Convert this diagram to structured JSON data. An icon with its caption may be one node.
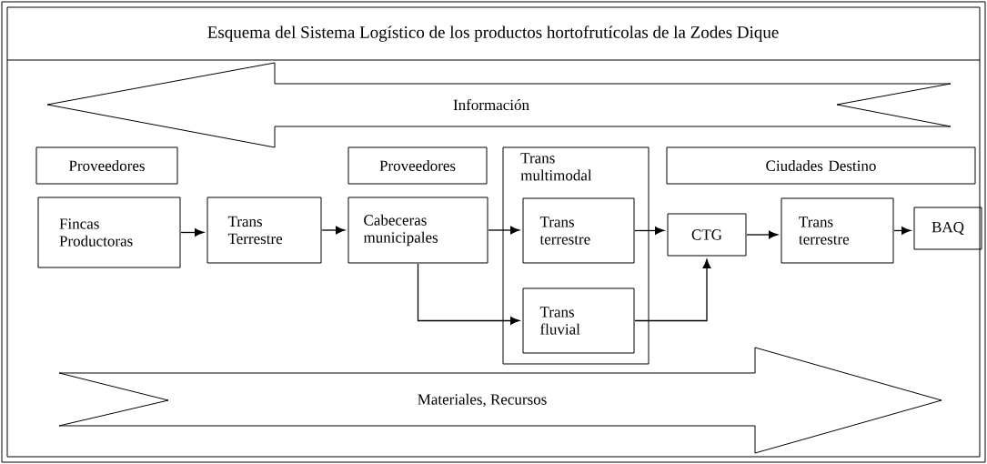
{
  "diagram": {
    "title": "Esquema del Sistema Logístico de los productos hortofrutícolas de la Zodes Dique",
    "nodes": [
      {
        "text": [
          "Información"
        ]
      },
      {
        "text": [
          "Proveedores"
        ]
      },
      {
        "text": [
          "Proveedores"
        ]
      },
      {
        "text": [
          "Trans multimodal"
        ]
      },
      {
        "text": [
          "Ciudades Destino"
        ]
      },
      {
        "text": [
          "Fincas Productoras"
        ]
      },
      {
        "text": [
          "Trans Terrestre"
        ]
      },
      {
        "text": [
          "Cabeceras municipales"
        ]
      },
      {
        "text": [
          "Trans terrestre"
        ],
        "in": 3
      },
      {
        "text": [
          "Trans fluvial"
        ],
        "in": 3
      },
      {
        "text": [
          "CTG"
        ]
      },
      {
        "text": [
          "Trans terrestre"
        ]
      },
      {
        "text": [
          "BAQ"
        ]
      },
      {
        "text": [
          "Materiales, Recursos"
        ]
      }
    ],
    "edges": [
      {
        "from": 5,
        "to": 6,
        "arrow": "to"
      },
      {
        "from": 6,
        "to": 7,
        "arrow": "to"
      },
      {
        "from": 7,
        "to": 8,
        "arrow": "to"
      },
      {
        "from": 7,
        "to": 9,
        "arrow": "to"
      },
      {
        "from": 8,
        "to": 10,
        "arrow": "to"
      },
      {
        "from": 9,
        "to": 10,
        "arrow": "to"
      },
      {
        "from": 10,
        "to": 11,
        "arrow": "to"
      },
      {
        "from": 11,
        "to": 12,
        "arrow": "to"
      }
    ]
  }
}
